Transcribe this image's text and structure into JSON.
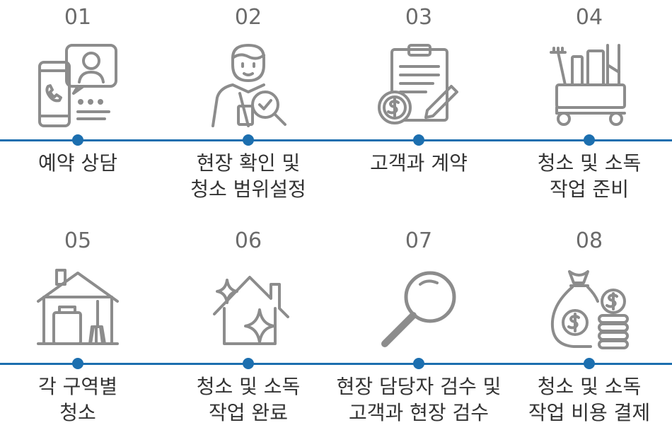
{
  "steps": [
    {
      "number": "01",
      "icon": "phone-consultation-icon",
      "label": [
        "예약 상담"
      ]
    },
    {
      "number": "02",
      "icon": "inspector-magnifier-icon",
      "label": [
        "현장 확인 및",
        "청소 범위설정"
      ]
    },
    {
      "number": "03",
      "icon": "contract-clipboard-icon",
      "label": [
        "고객과 계약"
      ]
    },
    {
      "number": "04",
      "icon": "cleaning-cart-icon",
      "label": [
        "청소 및 소독",
        "작업 준비"
      ]
    },
    {
      "number": "05",
      "icon": "house-bucket-broom-icon",
      "label": [
        "각 구역별",
        "청소"
      ]
    },
    {
      "number": "06",
      "icon": "sparkling-house-icon",
      "label": [
        "청소 및 소독",
        "작업 완료"
      ]
    },
    {
      "number": "07",
      "icon": "magnifying-glass-icon",
      "label": [
        "현장 담당자 검수 및",
        "고객과 현장 검수"
      ]
    },
    {
      "number": "08",
      "icon": "money-bag-coins-icon",
      "label": [
        "청소 및 소독",
        "작업 비용 결제"
      ]
    }
  ],
  "colors": {
    "line": "#1c6faf",
    "number": "#6b6b6b",
    "label": "#333333",
    "icon": "#8c8c8c"
  }
}
